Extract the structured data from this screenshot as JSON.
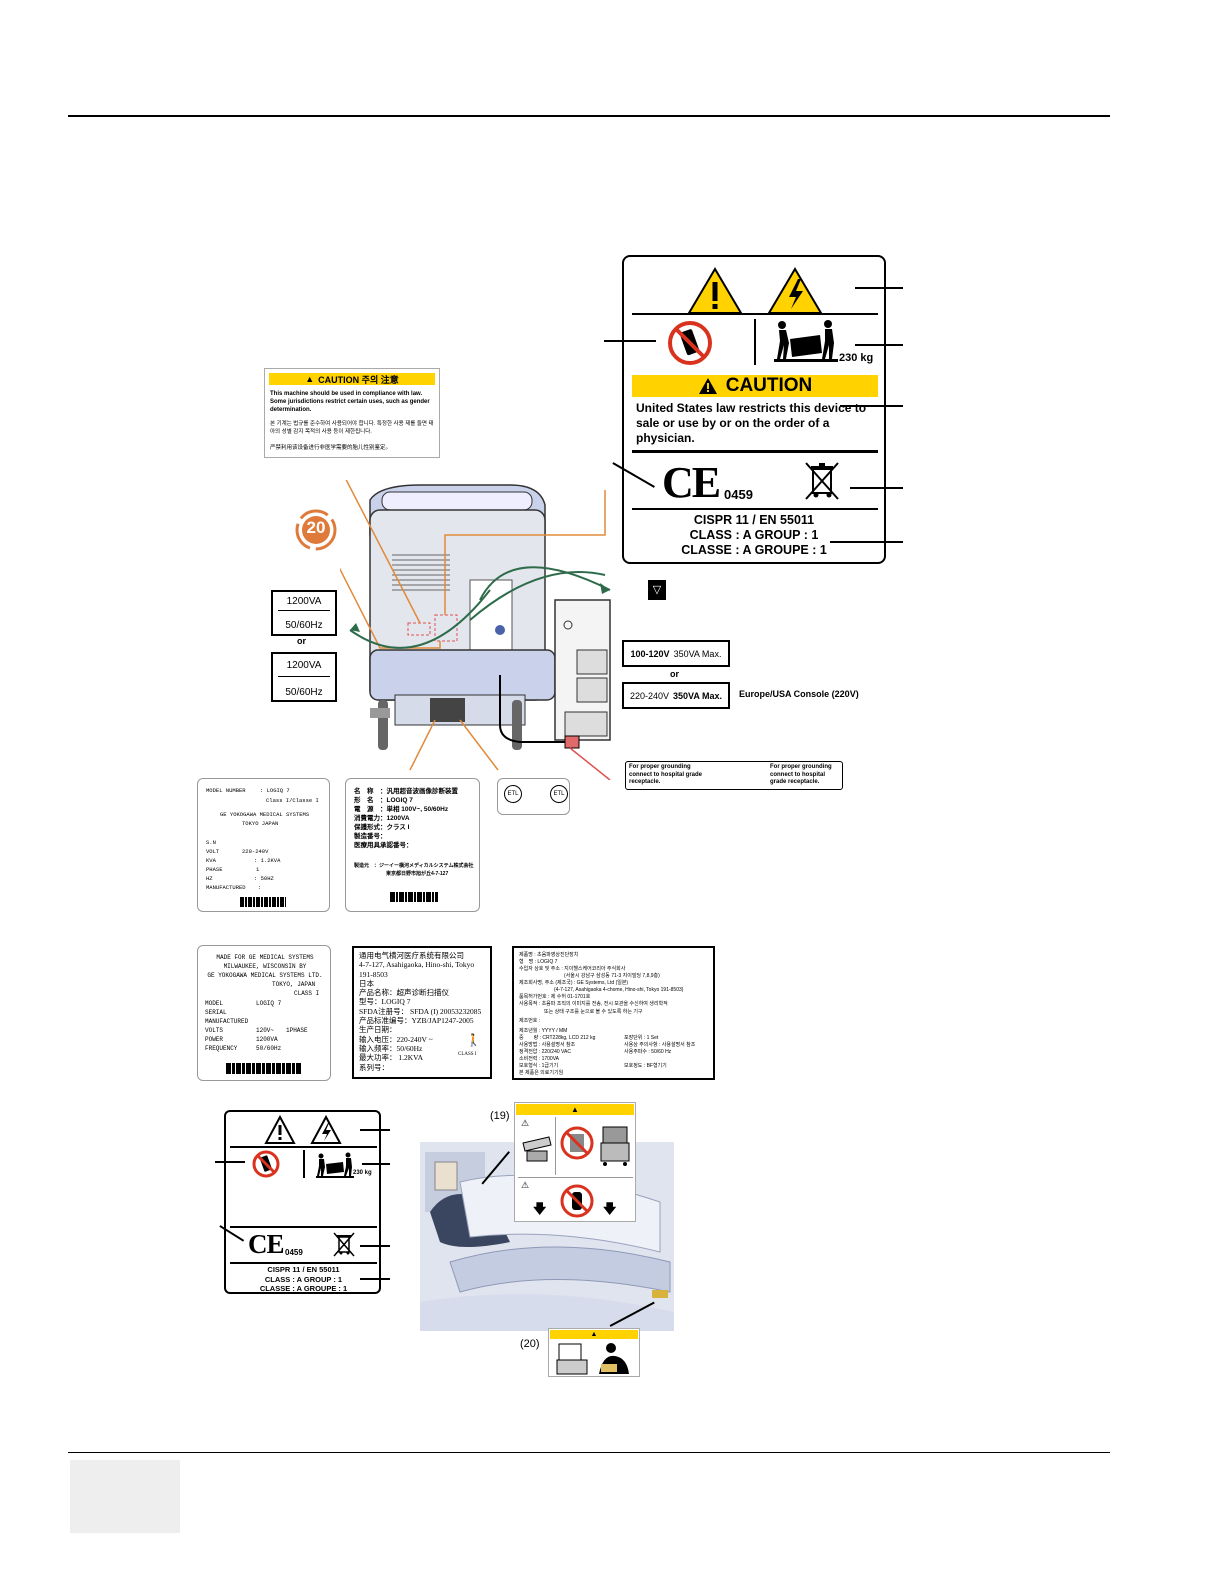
{
  "caution_label_large": {
    "weight": "230 kg",
    "caution_title": "CAUTION",
    "caution_text": "United States law restricts this device to sale or use by or on the order of a physician.",
    "ce_number": "0459",
    "cispr_line1": "CISPR 11  /  EN  55011",
    "cispr_line2": "CLASS : A   GROUP : 1",
    "cispr_line3": "CLASSE : A   GROUPE : 1"
  },
  "caution_label_small": {
    "weight": "230 kg",
    "ce_number": "0459",
    "cispr_line1": "CISPR 11  /  EN  55011",
    "cispr_line2": "CLASS : A   GROUP : 1",
    "cispr_line3": "CLASSE : A   GROUPE : 1"
  },
  "gender_label": {
    "title": "CAUTION   주의   注意",
    "en_text": "This machine should be used in compliance with law. Some jurisdictions restrict certain uses, such as gender determination.",
    "ko_text": "본 기계는 법규를 준수하여 사용되어야 합니다. 특정한 사용 제를 들면 태아의 성별 감지 목적의 사용 등이 제한됩니다.",
    "zh_text": "严禁利用该设备进行非医学需要的胎儿性别鉴定。"
  },
  "epup_badge": "20",
  "power_rating": {
    "va": "1200VA",
    "hz": "50/60Hz",
    "or": "or"
  },
  "isolation_panel": {
    "option1": "100-120V",
    "option1_max": "350VA Max.",
    "or": "or",
    "option2": "220-240V",
    "option2_max": "350VA Max.",
    "europe_usa": "Europe/USA Console (220V)"
  },
  "grounding": {
    "left": "For proper grounding connect to hospital grade receptacle.",
    "right": "For proper grounding connect to hospital grade receptacle."
  },
  "model_label_1": {
    "model_number": "MODEL NUMBER",
    "model_value": ": LOGIQ 7",
    "class": "Class I/Classe I",
    "maker": "GE YOKOGAWA MEDICAL SYSTEMS",
    "city": "TOKYO JAPAN",
    "sn": "S.N",
    "volt": "VOLT",
    "volt_value": "220-240V",
    "kva": "KVA",
    "kva_value": ": 1.2KVA",
    "phase": "PHASE",
    "phase_value": "1",
    "hz": "HZ",
    "hz_value": ": 50HZ",
    "manufactured": "MANUFACTURED",
    "manufactured_value": ":"
  },
  "model_label_jp": {
    "l1": "名　称　：汎用超音波画像診断装置",
    "l2": "形　名　：LOGIQ 7",
    "l3": "電　源　：単相 100V~, 50/60Hz",
    "l4": "消費電力：1200VA",
    "l5": "保護形式：クラス I",
    "l6": "製造番号：",
    "l7": "医療用具承認番号：",
    "l8": "製造元　：ジーイー横河メディカルシステム株式会社",
    "l9": "東京都日野市旭が丘4-7-127"
  },
  "model_label_us": {
    "l1": "MADE FOR GE MEDICAL SYSTEMS",
    "l2": "MILWAUKEE, WISCONSIN BY",
    "l3": "GE YOKOGAWA MEDICAL SYSTEMS LTD.",
    "l4": "TOKYO, JAPAN",
    "l5": "CLASS I",
    "model": "MODEL",
    "model_value": "LOGIQ  7",
    "serial": "SERIAL",
    "manufactured": "MANUFACTURED",
    "volts": "VOLTS",
    "volts_value": "120V~",
    "phase_value": "1PHASE",
    "power": "POWER",
    "power_value": "1200VA",
    "frequency": "FREQUENCY",
    "frequency_value": "50/60Hz"
  },
  "model_label_cn": {
    "l1": "通用电气横河医疗系统有限公司",
    "l2": "4-7-127, Asahigaoka, Hino-shi, Tokyo",
    "l3": "191-8503",
    "l4": "日本",
    "l5": "产品名称：超声诊断扫描仪",
    "l6": "型号：LOGIQ 7",
    "l7": "SFDA注册号： SFDA (I) 20053232085",
    "l8": "产品标准编号：YZB/JAP1247-2005",
    "l9": "生产日期：",
    "l10": "输入电压：220-240V ~",
    "l11": "输入频率：50/60Hz",
    "l12": "最大功率：  1.2KVA",
    "l13": "系列号：",
    "class": "CLASS I"
  },
  "model_label_kr": {
    "l1": "제품명 : 초음파영상진단장치",
    "l2": "형　명 : LOGIQ 7",
    "l3": "수입자 상호 및 주소 : 지이헬스케어코리아 주식회사",
    "l4": "(서울시 강남구 삼성동 71-3 지이빌딩 7,8,9층)",
    "l5": "제조회사명, 주소 (제조국) : GE Systems, Ltd (일본)",
    "l6": "(4-7-127, Asahigaoka 4-chome, Hino-shi, Tokyo 191-8503)",
    "l7": "품목허가번호 : 제 수허 01-1701호",
    "l8": "사용목적 : 초음파 조직의 이미지를 전송, 전시 보관을 수신하여 생리학적",
    "l9": "또는 상태 구조를 눈으로 볼 수 있도록 하는 기구",
    "l10": "제조번호 :",
    "l11": "제조년월 : YYYY / MM",
    "l12": "중　　량 : CRT228kg, LCD 212 kg",
    "l13": "포장단위 : 1 Set",
    "l14": "사용방법 : 사용설명서 참조",
    "l15": "사용상 주의사항 : 사용설명서 참조",
    "l16": "정격전압 : 220/240 VAC",
    "l17": "사용주파수 : 50/60 Hz",
    "l18": "소비전력 : 1700VA",
    "l19": "보호형식 : 1급기기",
    "l20": "보호정도 : BF형기기",
    "l21": "본 제품은 의료기기임"
  },
  "callouts": {
    "c19": "(19)",
    "c20": "(20)"
  },
  "colors": {
    "caution_yellow": "#ffd200",
    "callout_orange": "#e08a3a",
    "arrow_green": "#2e6b4a",
    "console_blue": "#4a62a8",
    "no_sign_red": "#d9331f"
  }
}
